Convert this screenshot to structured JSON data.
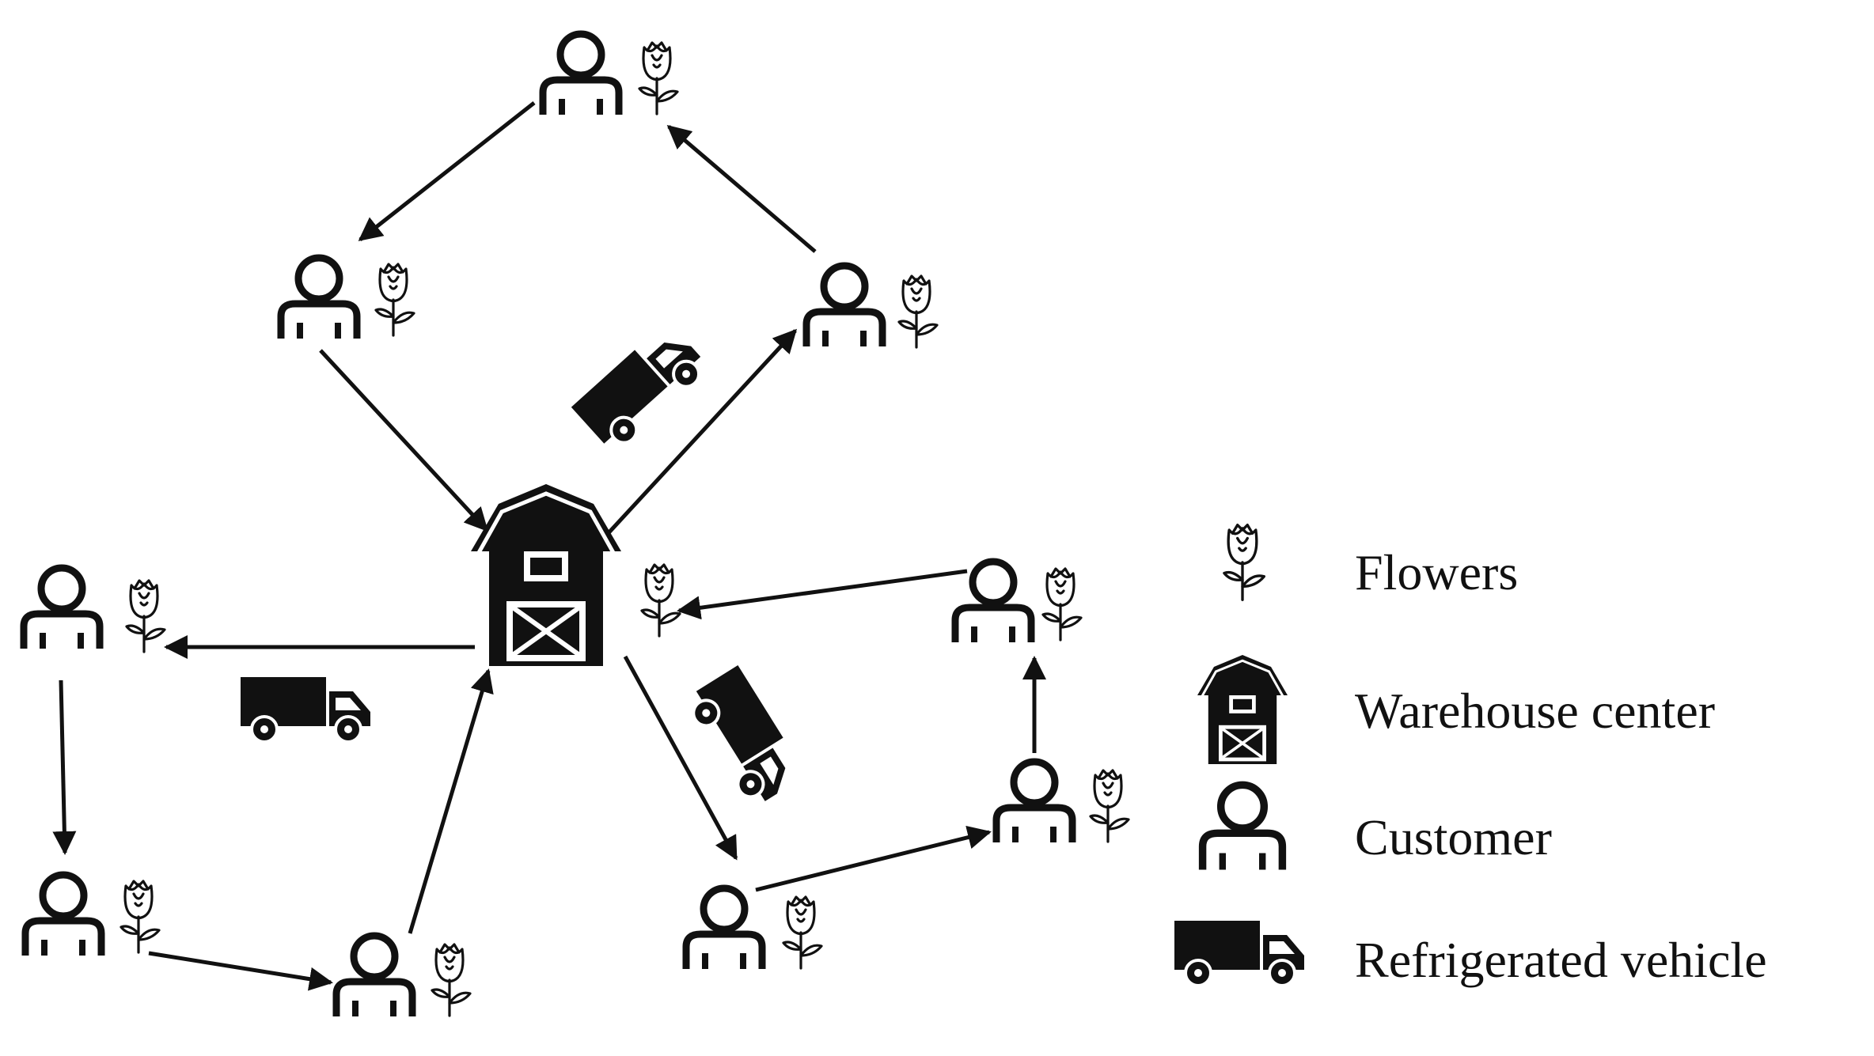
{
  "legend": {
    "flowers": "Flowers",
    "warehouse": "Warehouse center",
    "customer": "Customer",
    "vehicle": "Refrigerated vehicle"
  },
  "icons": {
    "flower": "rose-flower-icon",
    "warehouse": "barn-warehouse-icon",
    "customer": "person-customer-icon",
    "vehicle": "delivery-truck-icon"
  },
  "colors": {
    "ink": "#111111",
    "background": "#ffffff"
  },
  "routes": [
    {
      "name": "route-1",
      "stops": [
        "warehouse",
        "customer-right-top",
        "customer-top",
        "customer-left-top",
        "warehouse"
      ]
    },
    {
      "name": "route-2",
      "stops": [
        "warehouse",
        "customer-left-mid",
        "customer-left-bottom",
        "customer-bottom-left",
        "warehouse"
      ]
    },
    {
      "name": "route-3",
      "stops": [
        "warehouse",
        "customer-bottom-mid",
        "customer-right-low",
        "customer-right-mid",
        "warehouse"
      ]
    }
  ]
}
